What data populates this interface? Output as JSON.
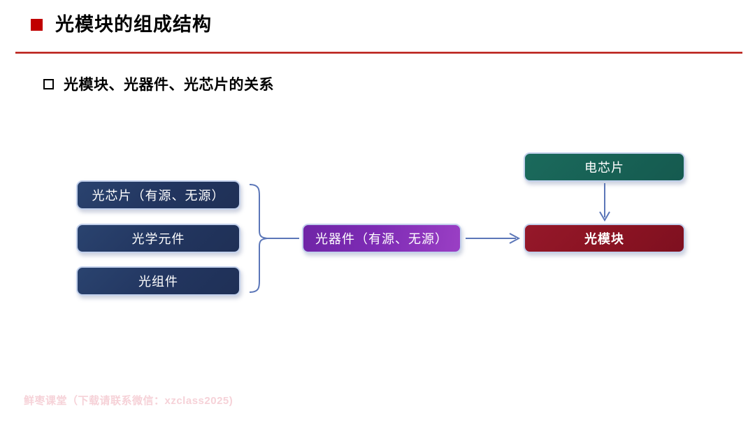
{
  "slide": {
    "title": "光模块的组成结构",
    "subtitle": "光模块、光器件、光芯片的关系",
    "footer_watermark": "鲜枣课堂（下载请联系微信：xzclass2025)"
  },
  "colors": {
    "title_bullet": "#c00000",
    "title_rule": "#b01c18",
    "navy_box": "#22355f",
    "purple_box": "#7d2bb4",
    "teal_box": "#176054",
    "crimson_box": "#8a1322",
    "box_border": "#c3d1ec",
    "connector": "#5b76b8",
    "watermark": "#f6d2d8"
  },
  "diagram": {
    "left_group": [
      {
        "id": "optical-chip",
        "label": "光芯片（有源、无源）"
      },
      {
        "id": "optical-element",
        "label": "光学元件"
      },
      {
        "id": "optical-assembly",
        "label": "光组件"
      }
    ],
    "middle": {
      "id": "optical-device",
      "label": "光器件（有源、无源）"
    },
    "right_group": [
      {
        "id": "electrical-chip",
        "label": "电芯片"
      },
      {
        "id": "optical-module",
        "label": "光模块"
      }
    ],
    "connectors": [
      {
        "id": "brace-left-group",
        "kind": "curly-brace",
        "from": "left_group",
        "to": "optical-device"
      },
      {
        "id": "arrow-device-to-module",
        "kind": "arrow-right",
        "from": "optical-device",
        "to": "optical-module"
      },
      {
        "id": "arrow-chip-to-module",
        "kind": "arrow-down",
        "from": "electrical-chip",
        "to": "optical-module"
      }
    ]
  }
}
